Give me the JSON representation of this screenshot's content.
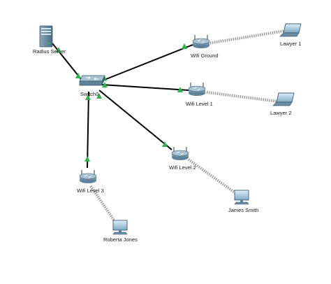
{
  "devices": {
    "radius_server": {
      "label": "Radius Server",
      "icon": "server-icon"
    },
    "switch0": {
      "label": "Switch0",
      "icon": "switch-icon"
    },
    "wifi_ground": {
      "label": "Wifi Ground",
      "icon": "wireless-router-icon"
    },
    "wifi_level_1": {
      "label": "Wifi Level 1",
      "icon": "wireless-router-icon"
    },
    "wifi_level_2": {
      "label": "Wifi Level 2",
      "icon": "wireless-router-icon"
    },
    "wifi_level_3": {
      "label": "Wifi Level 3",
      "icon": "wireless-router-icon"
    },
    "lawyer_1": {
      "label": "Lawyer 1",
      "icon": "laptop-icon"
    },
    "lawyer_2": {
      "label": "Lawyer 2",
      "icon": "laptop-icon"
    },
    "james_smith": {
      "label": "James Smith",
      "icon": "desktop-pc-icon"
    },
    "roberta_jones": {
      "label": "Roberta Jones",
      "icon": "desktop-pc-icon"
    }
  },
  "links": [
    {
      "from": "Radius Server",
      "to": "Switch0",
      "type": "wired"
    },
    {
      "from": "Switch0",
      "to": "Wifi Ground",
      "type": "wired"
    },
    {
      "from": "Switch0",
      "to": "Wifi Level 1",
      "type": "wired"
    },
    {
      "from": "Switch0",
      "to": "Wifi Level 2",
      "type": "wired"
    },
    {
      "from": "Switch0",
      "to": "Wifi Level 3",
      "type": "wired"
    },
    {
      "from": "Wifi Ground",
      "to": "Lawyer 1",
      "type": "wireless"
    },
    {
      "from": "Wifi Level 1",
      "to": "Lawyer 2",
      "type": "wireless"
    },
    {
      "from": "Wifi Level 2",
      "to": "James Smith",
      "type": "wireless"
    },
    {
      "from": "Wifi Level 3",
      "to": "Roberta Jones",
      "type": "wireless"
    }
  ],
  "colors": {
    "background": "#ffffff",
    "wired_link": "#000000",
    "wireless_link": "#9a9a9a",
    "link_up_indicator": "#2db34a",
    "device_body": "#6b8fa6",
    "device_dark": "#3f5e72",
    "device_light": "#a9c3d3"
  }
}
